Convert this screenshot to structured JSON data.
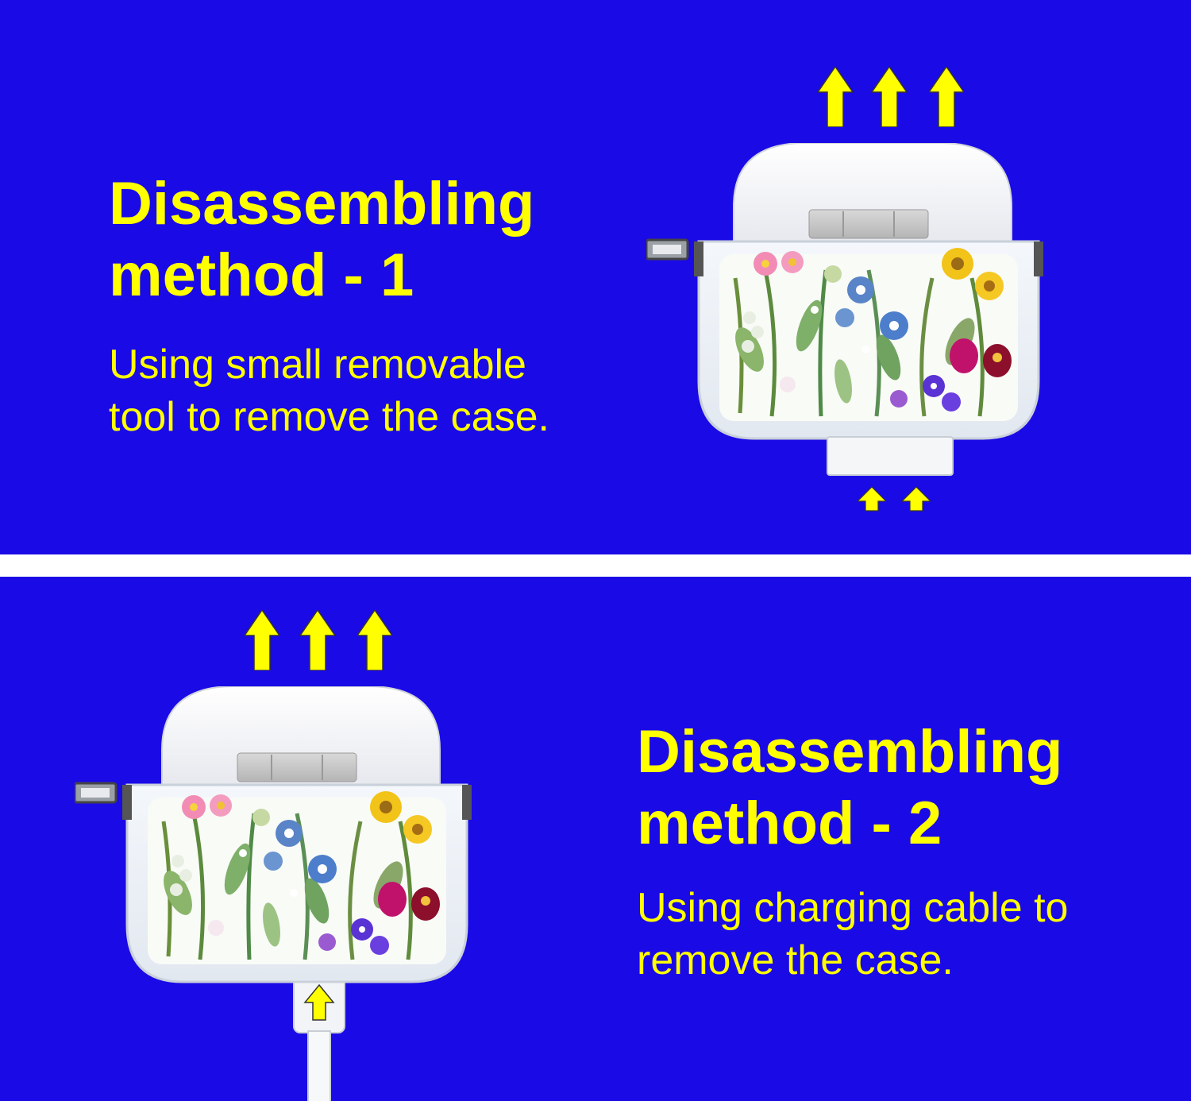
{
  "panels": [
    {
      "heading_line1": "Disassembling",
      "heading_line2": "method - 1",
      "desc_line1": "Using small removable",
      "desc_line2": "tool to remove the case."
    },
    {
      "heading_line1": "Disassembling",
      "heading_line2": "method - 2",
      "desc_line1": "Using charging cable to",
      "desc_line2": "remove the case."
    }
  ],
  "colors": {
    "background": "#1a0ae6",
    "text": "#ffff00",
    "arrow": "#ffff00",
    "divider": "#ffffff"
  },
  "icons": [
    "arrow-up-icon",
    "earbud-case-illustration",
    "removal-tool-icon",
    "charging-cable-icon"
  ]
}
